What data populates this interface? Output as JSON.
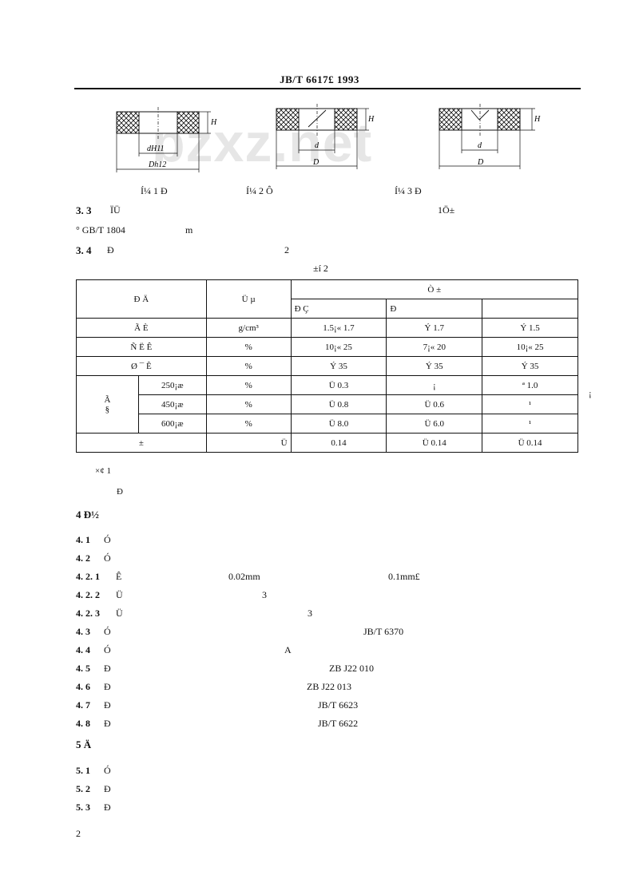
{
  "header": {
    "title": "JB/T 6617£ 1993"
  },
  "watermark": "bzxz.net",
  "figures": [
    {
      "caption": "Í¼ 1  Ð",
      "labels": {
        "h": "H",
        "inner": "dH11",
        "outer": "Dh12"
      }
    },
    {
      "caption": "Í¼  2  Ô",
      "labels": {
        "h": "H",
        "inner": "d",
        "outer": "D"
      }
    },
    {
      "caption": "Í¼  3  Ð",
      "labels": {
        "h": "H",
        "inner": "d",
        "outer": "D"
      }
    }
  ],
  "sections": {
    "s33": {
      "num": "3. 3",
      "text": "ÏÜ",
      "right": "1Ö±"
    },
    "s33b": {
      "a": "°  GB/T  1804",
      "b": "m"
    },
    "s34": {
      "num": "3. 4",
      "text": "Ð",
      "right": "2"
    },
    "table_caption": "±í  2"
  },
  "table": {
    "head": {
      "c1": "Ð        Ä",
      "c2": "Ü         µ",
      "group": "Ò                                        ±",
      "sub1": "Ð     Ç",
      "sub2": "Ð",
      "sub3": ""
    },
    "rows": [
      {
        "label": "Ã        È",
        "unit": "g/cm³",
        "v1": "1.5¡« 1.7",
        "v2": "Ý 1.7",
        "v3": "Ý 1.5"
      },
      {
        "label": "Ñ    Ë    Ê",
        "unit": "%",
        "v1": "10¡« 25",
        "v2": "7¡«  20",
        "v3": "10¡« 25"
      },
      {
        "label": "Ø    ¯    Ê",
        "unit": "%",
        "v1": "Ý 35",
        "v2": "Ý 35",
        "v3": "Ý 35"
      }
    ],
    "group_label": {
      "a": "Ã",
      "b": "§"
    },
    "temp_rows": [
      {
        "temp": "250¡æ",
        "unit": "%",
        "v1": "Ü 0.3",
        "v2": "¡",
        "v3": "ª    1.0"
      },
      {
        "temp": "450¡æ",
        "unit": "%",
        "v1": "Ü 0.8",
        "v2": "Ü 0.6",
        "v3": "¹"
      },
      {
        "temp": "600¡æ",
        "unit": "%",
        "v1": "Ü 8.0",
        "v2": "Ü 6.0",
        "v3": "¹"
      }
    ],
    "last_row": {
      "label": "±",
      "v0": "Ü",
      "v1": "0.14",
      "v2": "Ü 0.14",
      "v3": "Ü 0.14"
    },
    "side_mark": "¡"
  },
  "notes": {
    "n1": "×¢  1",
    "n2": "Ð"
  },
  "s4": {
    "title": "4   Ð½",
    "items": [
      {
        "num": "4. 1",
        "text": "Ó",
        "mid": "",
        "right": ""
      },
      {
        "num": "4. 2",
        "text": "Ó",
        "mid": "",
        "right": ""
      },
      {
        "num": "4. 2. 1",
        "text": "Ê",
        "mid": "0.02mm",
        "right": "0.1mm£"
      },
      {
        "num": "4. 2. 2",
        "text": "Ü",
        "mid": "3",
        "right": ""
      },
      {
        "num": "4. 2. 3",
        "text": "Ü",
        "mid": "3",
        "right": ""
      },
      {
        "num": "4. 3",
        "text": "Ó",
        "mid": "",
        "right": "JB/T  6370"
      },
      {
        "num": "4. 4",
        "text": "Ó",
        "mid": "A",
        "right": ""
      },
      {
        "num": "4. 5",
        "text": "Ð",
        "mid": "",
        "right": "ZB  J22  010"
      },
      {
        "num": "4. 6",
        "text": "Ð",
        "mid": "ZB  J22  013",
        "right": ""
      },
      {
        "num": "4. 7",
        "text": "Ð",
        "mid": "JB/T  6623",
        "right": ""
      },
      {
        "num": "4. 8",
        "text": "Ð",
        "mid": "JB/T  6622",
        "right": ""
      }
    ]
  },
  "s5": {
    "title": "5   Ä",
    "items": [
      {
        "num": "5. 1",
        "text": "Ó"
      },
      {
        "num": "5. 2",
        "text": "Ð"
      },
      {
        "num": "5. 3",
        "text": "Ð"
      }
    ]
  },
  "page_number": "2"
}
